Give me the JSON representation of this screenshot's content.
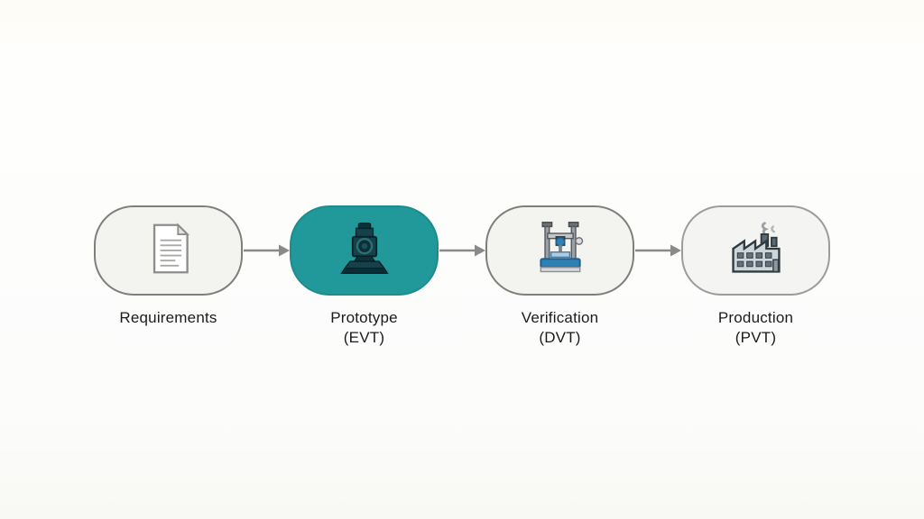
{
  "diagram": {
    "type": "process-flow",
    "background_color": "#fcfcf9",
    "accent_color": "#21999b",
    "arrow_color": "#8a8a8a",
    "stage_box_color": "#f3f3f0",
    "stage_border_color": "#7e7e7c"
  },
  "stages": [
    {
      "label": "Requirements",
      "sublabel": "",
      "icon": "document-icon",
      "highlighted": false
    },
    {
      "label": "Prototype",
      "sublabel": "(EVT)",
      "icon": "machine-icon",
      "highlighted": true
    },
    {
      "label": "Verification",
      "sublabel": "(DVT)",
      "icon": "test-machine-icon",
      "highlighted": false
    },
    {
      "label": "Production",
      "sublabel": "(PVT)",
      "icon": "factory-icon",
      "highlighted": false
    }
  ],
  "arrows": {
    "count": 3,
    "color": "#8a8a8a"
  }
}
